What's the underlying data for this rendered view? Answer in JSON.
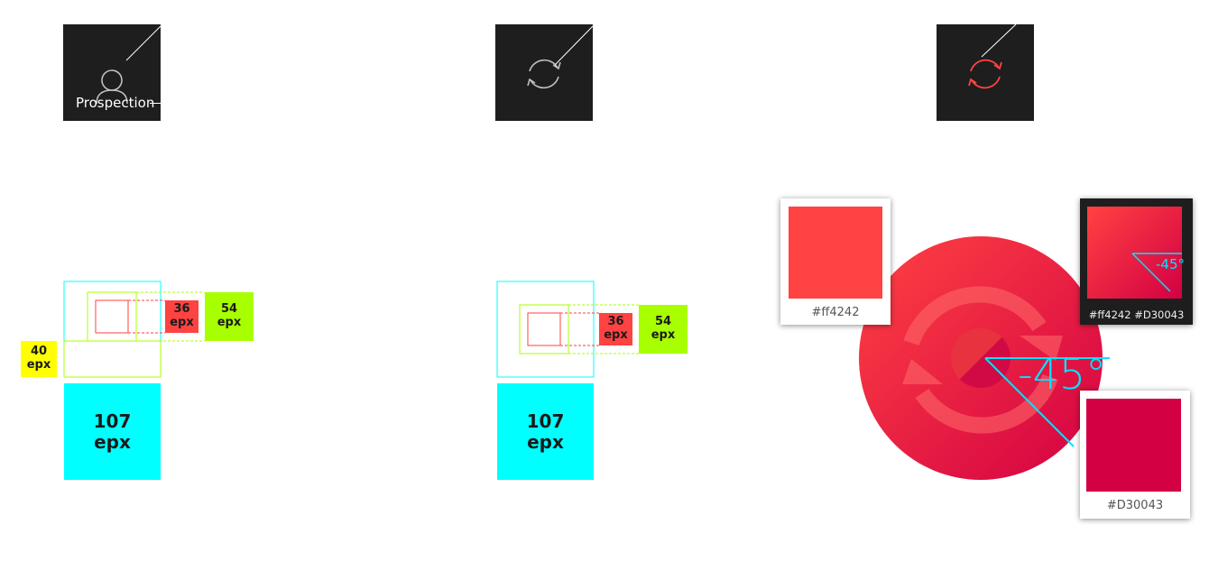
{
  "tiles": [
    {
      "name": "person-tile",
      "label": "Prospection",
      "icon": "person-icon",
      "icon_color": "#bfbfbf"
    },
    {
      "name": "sync-tile-gray",
      "icon": "sync-icon",
      "icon_color": "#bfbfbf"
    },
    {
      "name": "sync-tile-red",
      "icon": "sync-icon",
      "icon_color": "#ff4242"
    }
  ],
  "measurements": {
    "left": {
      "icon_size": {
        "value": "36",
        "unit": "epx"
      },
      "hit_area": {
        "value": "54",
        "unit": "epx"
      },
      "offset": {
        "value": "40",
        "unit": "epx"
      },
      "tile_size": {
        "value": "107",
        "unit": "epx"
      }
    },
    "middle": {
      "icon_size": {
        "value": "36",
        "unit": "epx"
      },
      "hit_area": {
        "value": "54",
        "unit": "epx"
      },
      "tile_size": {
        "value": "107",
        "unit": "epx"
      }
    }
  },
  "palette": {
    "light_red": {
      "hex": "#ff4242",
      "label": "#ff4242"
    },
    "gradient": {
      "label": "#ff4242 #D30043",
      "angle_label": "-45°",
      "from": "#ff4242",
      "to": "#D30043"
    },
    "dark_red": {
      "hex": "#D30043",
      "label": "#D30043"
    },
    "large_angle_label": "-45°"
  },
  "colors": {
    "cyan": "#00ffff",
    "lime": "#a8ff00",
    "yellow": "#ffff00",
    "red_box": "#ff4242",
    "tile_bg": "#1e1e1e"
  }
}
